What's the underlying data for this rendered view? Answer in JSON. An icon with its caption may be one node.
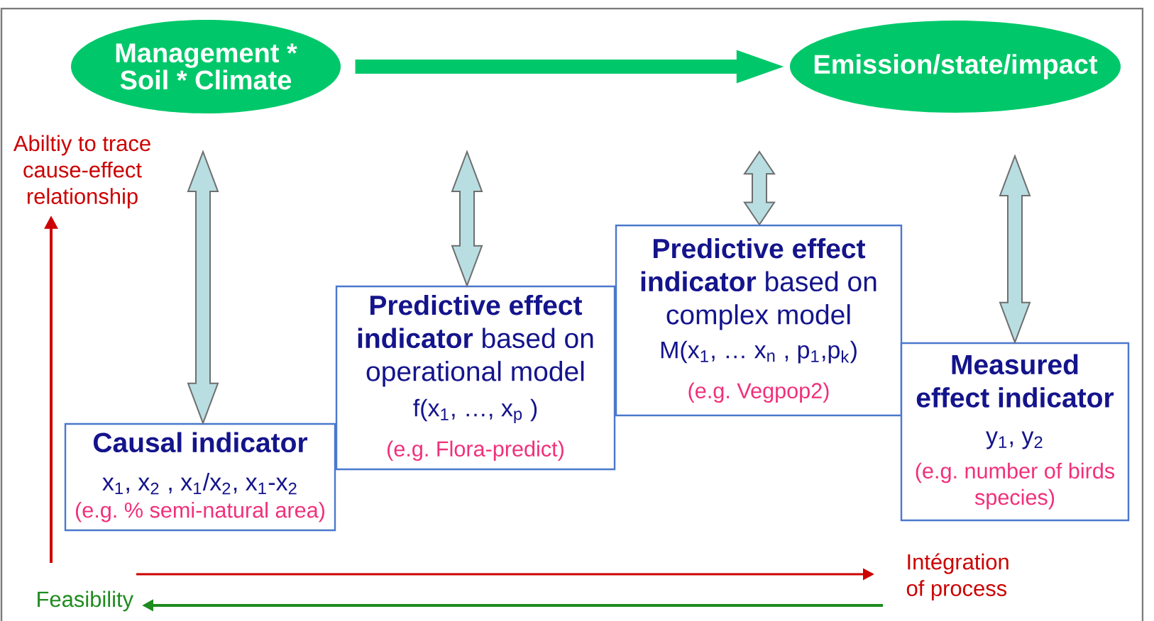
{
  "diagram": {
    "nodes": [
      {
        "text": [
          "Management * Soil * Climate"
        ]
      },
      {
        "text": [
          "Emission/state/impact"
        ]
      },
      {
        "text": [
          "Causal indicator",
          "x$_{1}$, x$_{2}$ , x$_{1}$/x$_{2}$, x$_{1}$-x$_{2}$",
          "(e.g. % semi-natural area)"
        ]
      },
      {
        "text": [
          "**Predictive effect indicator** based on operational model",
          "f(x$_{1}$, …, x$_{p}$ )",
          "(e.g. Flora-predict)"
        ]
      },
      {
        "text": [
          "**Predictive effect indicator** based on complex model",
          "M(x$_{1}$, … x$_{n}$ , p$_{1}$,p$_{k}$)",
          "(e.g. Vegpop2)"
        ]
      },
      {
        "text": [
          "Measured effect indicator",
          "y$_{1}$, y$_{2}$",
          "(e.g. number of birds species)"
        ]
      }
    ],
    "edges": [
      {
        "from": 0,
        "to": 1,
        "arrow": "to",
        "color": "#00c86a"
      },
      {
        "from": null,
        "to": 2,
        "arrow": "both"
      },
      {
        "from": null,
        "to": 3,
        "arrow": "both"
      },
      {
        "from": null,
        "to": 4,
        "arrow": "both"
      },
      {
        "from": null,
        "to": 5,
        "arrow": "both"
      }
    ],
    "labels": [
      "Abiltiy to trace cause-effect relationship",
      "Intégration of process",
      "Feasibility"
    ]
  }
}
